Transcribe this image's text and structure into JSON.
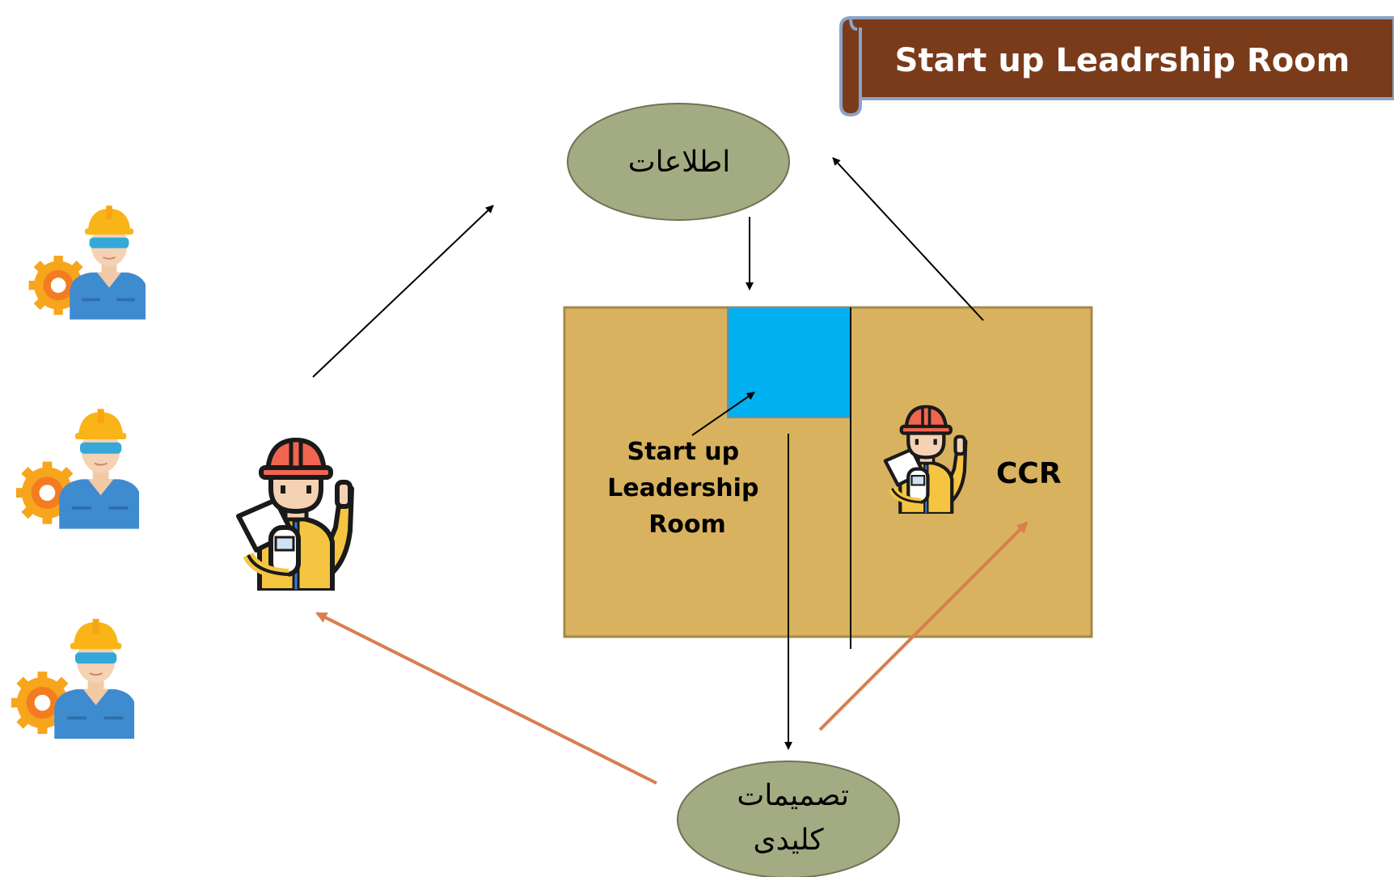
{
  "banner": {
    "title": "Start up Leadrship Room"
  },
  "nodes": {
    "information": {
      "label": "اطلاعات"
    },
    "decisions": {
      "line1": "تصمیمات",
      "line2": "کلیدی"
    }
  },
  "room": {
    "label_lines": [
      "Start up",
      "Leadership",
      "Room"
    ]
  },
  "ccr": {
    "label": "CCR"
  },
  "icons": {
    "operators": [
      "operator-icon",
      "operator-icon",
      "operator-icon"
    ],
    "engineer": "engineer-icon",
    "ccr_engineer": "engineer-icon"
  },
  "colors": {
    "banner_fill": "#7a3b1a",
    "banner_edge": "#8aa4c8",
    "ellipse_fill": "#a3ab82",
    "room_fill": "#d8b25e",
    "room_border": "#a68a4a",
    "blue_box": "#00b0f0",
    "arrow_black": "#000000",
    "arrow_orange": "#d97e50"
  }
}
